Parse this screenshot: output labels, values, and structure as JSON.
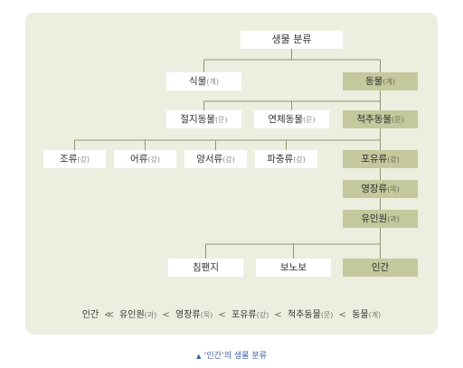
{
  "nodes": {
    "root": {
      "label": "생물 분류"
    },
    "plant": {
      "label": "식물",
      "suffix": "(계)"
    },
    "animal": {
      "label": "동물",
      "suffix": "(계)"
    },
    "arthropod": {
      "label": "절지동물",
      "suffix": "(문)"
    },
    "mollusk": {
      "label": "연체동물",
      "suffix": "(문)"
    },
    "chordate": {
      "label": "척추동물",
      "suffix": "(문)"
    },
    "bird": {
      "label": "조류",
      "suffix": "(강)"
    },
    "fish": {
      "label": "어류",
      "suffix": "(강)"
    },
    "amphibian": {
      "label": "양서류",
      "suffix": "(강)"
    },
    "reptile": {
      "label": "파충류",
      "suffix": "(강)"
    },
    "mammal": {
      "label": "포유류",
      "suffix": "(강)"
    },
    "primate": {
      "label": "영장류",
      "suffix": "(목)"
    },
    "hominid": {
      "label": "유인원",
      "suffix": "(과)"
    },
    "chimpanzee": {
      "label": "침팬지"
    },
    "bonobo": {
      "label": "보노보"
    },
    "human": {
      "label": "인간"
    }
  },
  "summary": {
    "first": "인간",
    "first_op": "≪",
    "items": [
      {
        "label": "유인원",
        "suffix": "(과)"
      },
      {
        "label": "영장류",
        "suffix": "(목)"
      },
      {
        "label": "포유류",
        "suffix": "(강)"
      },
      {
        "label": "척추동물",
        "suffix": "(문)"
      },
      {
        "label": "동물",
        "suffix": "(계)"
      }
    ],
    "op": "<"
  },
  "caption": {
    "marker": "▲",
    "text": "‘인간’의 생물 분류"
  },
  "colors": {
    "panel": "#ecefdf",
    "highlight": "#c4c89d",
    "line": "#8f9470",
    "caption": "#3b5fa6"
  }
}
